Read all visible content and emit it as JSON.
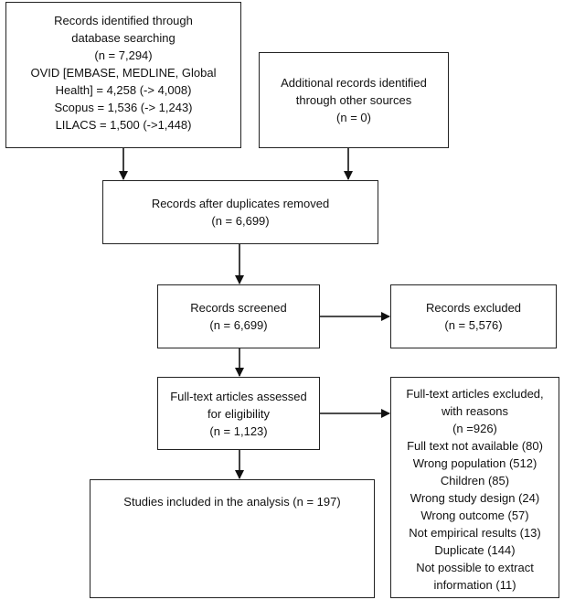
{
  "identification": {
    "lines": [
      "Records identified through",
      "database searching",
      "(n = 7,294)",
      "OVID [EMBASE, MEDLINE, Global",
      "Health] = 4,258 (-> 4,008)",
      "Scopus = 1,536 (-> 1,243)",
      "LILACS = 1,500 (->1,448)"
    ]
  },
  "other_sources": {
    "lines": [
      "Additional records identified",
      "through other sources",
      "(n = 0)"
    ]
  },
  "duplicates_removed": {
    "lines": [
      "Records after duplicates removed",
      "(n = 6,699)"
    ]
  },
  "screened": {
    "lines": [
      "Records screened",
      "(n = 6,699)"
    ]
  },
  "excluded": {
    "lines": [
      "Records excluded",
      "(n = 5,576)"
    ]
  },
  "eligibility": {
    "lines": [
      "Full-text articles assessed",
      "for eligibility",
      "(n = 1,123)"
    ]
  },
  "fulltext_excluded": {
    "lines": [
      "Full-text articles excluded,",
      "with reasons",
      "(n =926)",
      "Full text not available (80)",
      "Wrong population (512)",
      "Children (85)",
      "Wrong study design (24)",
      "Wrong outcome (57)",
      "Not empirical results (13)",
      "Duplicate (144)",
      "Not possible to extract",
      "information (11)"
    ]
  },
  "included": {
    "lines": [
      "Studies included in the analysis (n = 197)"
    ]
  }
}
